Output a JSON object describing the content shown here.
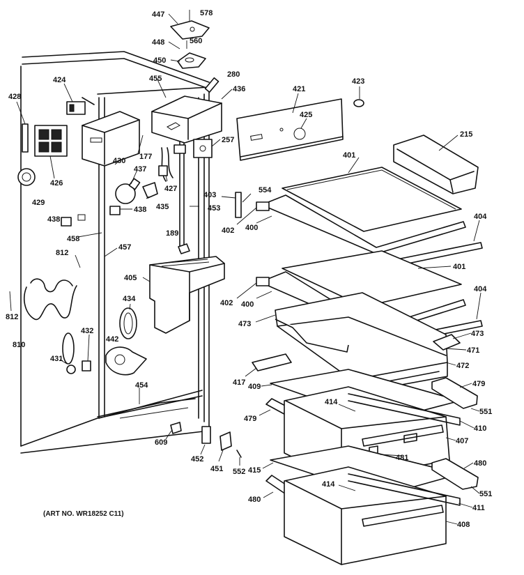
{
  "caption": "(ART NO. WR18252 C11)",
  "labels": [
    "447",
    "578",
    "448",
    "560",
    "450",
    "280",
    "455",
    "436",
    "424",
    "428",
    "177",
    "430",
    "426",
    "437",
    "427",
    "257",
    "429",
    "438",
    "435",
    "453",
    "438",
    "458",
    "189",
    "812",
    "457",
    "405",
    "434",
    "812",
    "810",
    "442",
    "432",
    "431",
    "454",
    "609",
    "452",
    "451",
    "552",
    "421",
    "423",
    "425",
    "215",
    "401",
    "403",
    "554",
    "402",
    "400",
    "404",
    "401",
    "402",
    "400",
    "404",
    "473",
    "473",
    "471",
    "472",
    "417",
    "409",
    "479",
    "414",
    "551",
    "479",
    "410",
    "407",
    "481",
    "415",
    "480",
    "414",
    "551",
    "480",
    "411",
    "408"
  ]
}
